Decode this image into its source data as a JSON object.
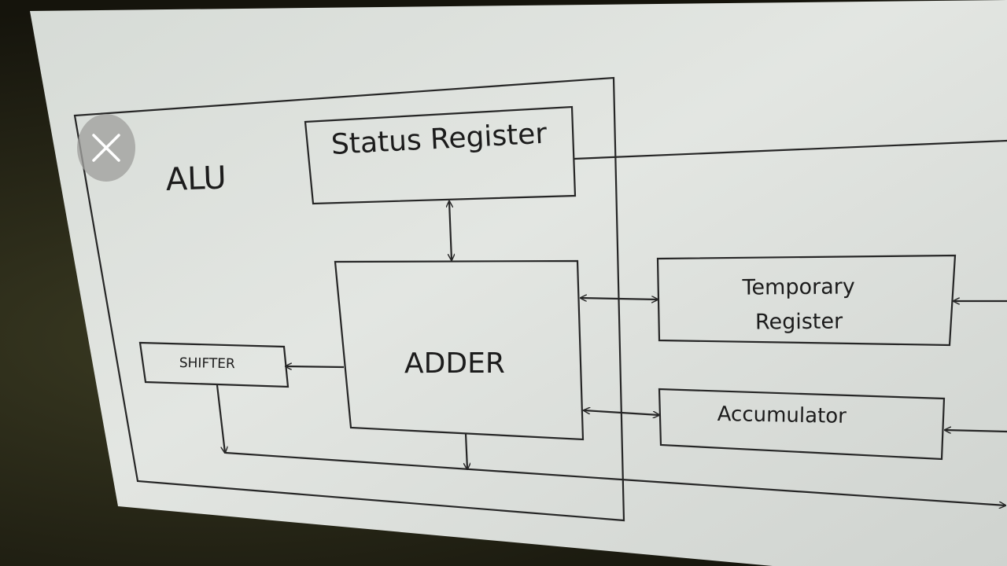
{
  "diagram": {
    "alu_label": "ALU",
    "status_register": "Status Register",
    "adder": "ADDER",
    "shifter": "SHIFTER",
    "temporary_register": "Temporary Register",
    "accumulator": "Accumulator"
  },
  "overlay": {
    "close_icon": "close-icon"
  },
  "colors": {
    "line": "#262626",
    "screen": "#dfe2de"
  }
}
